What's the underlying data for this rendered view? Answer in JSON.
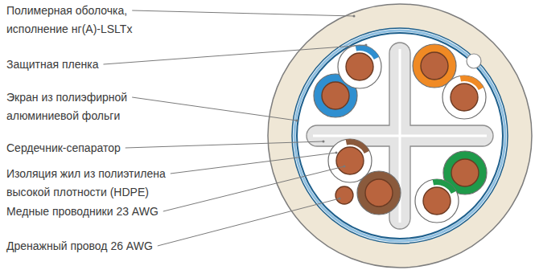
{
  "diagram": {
    "labels": [
      "Полимерная оболочка, исполнение нг(A)-LSLTx",
      "Защитная пленка",
      "Экран из полиэфирной алюминиевой фольги",
      "Сердечник-сепаратор",
      "Изоляция жил из полиэтилена высокой плотности (HDPE)",
      "Медные проводники 23 AWG",
      "Дренажный провод 26 AWG"
    ]
  }
}
